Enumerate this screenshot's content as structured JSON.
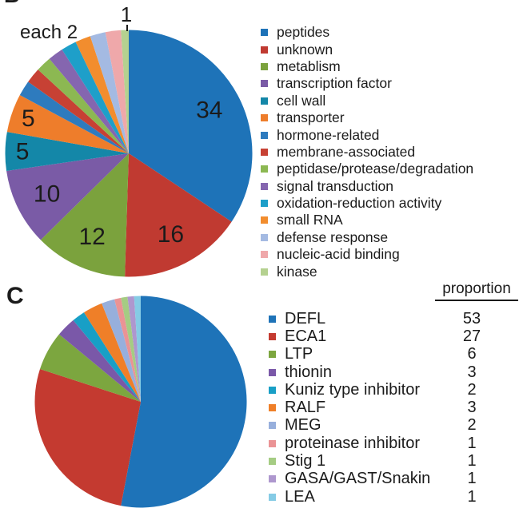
{
  "figure": {
    "panel_b_partial": "B"
  },
  "chart_data": [
    {
      "type": "pie",
      "title": "",
      "start_angle_deg": 0,
      "direction": "clockwise",
      "total": 99,
      "legend_position": "right",
      "annotations": {
        "each_label": "each 2",
        "one_label": "1"
      },
      "value_label_min": 5,
      "slices": [
        {
          "label": "peptides",
          "value": 34,
          "color": "#1E73B8"
        },
        {
          "label": "unknown",
          "value": 16,
          "color": "#C03A31"
        },
        {
          "label": "metablism",
          "value": 12,
          "color": "#7BA23D"
        },
        {
          "label": "transcription factor",
          "value": 10,
          "color": "#7A5BA6"
        },
        {
          "label": "cell wall",
          "value": 5,
          "color": "#1487A8"
        },
        {
          "label": "transporter",
          "value": 5,
          "color": "#EE7D2B"
        },
        {
          "label": "hormone-related",
          "value": 2,
          "color": "#2E7BBE"
        },
        {
          "label": "membrane-associated",
          "value": 2,
          "color": "#C74134"
        },
        {
          "label": "peptidase/protease/degradation",
          "value": 2,
          "color": "#8CB852"
        },
        {
          "label": "signal transduction",
          "value": 2,
          "color": "#8566AF"
        },
        {
          "label": "oxidation-reduction activity",
          "value": 2,
          "color": "#1E9FC9"
        },
        {
          "label": "small RNA",
          "value": 2,
          "color": "#F28D2E"
        },
        {
          "label": "defense response",
          "value": 2,
          "color": "#A4BAE2"
        },
        {
          "label": "nucleic-acid binding",
          "value": 2,
          "color": "#EFA8AA"
        },
        {
          "label": "kinase",
          "value": 1,
          "color": "#B5D190"
        }
      ]
    },
    {
      "type": "pie",
      "panel_label": "C",
      "proportion_header": "proportion",
      "start_angle_deg": 0,
      "direction": "clockwise",
      "total": 100,
      "legend_position": "right",
      "slices": [
        {
          "label": "DEFL",
          "value": 53,
          "color": "#1E73B8"
        },
        {
          "label": "ECA1",
          "value": 27,
          "color": "#C43A30"
        },
        {
          "label": "LTP",
          "value": 6,
          "color": "#7CA63F"
        },
        {
          "label": "thionin",
          "value": 3,
          "color": "#7A58A8"
        },
        {
          "label": "Kuniz type inhibitor",
          "value": 2,
          "color": "#189FC6"
        },
        {
          "label": "RALF",
          "value": 3,
          "color": "#EF7F28"
        },
        {
          "label": "MEG",
          "value": 2,
          "color": "#97AFDC"
        },
        {
          "label": "proteinase inhibitor",
          "value": 1,
          "color": "#EA9395"
        },
        {
          "label": "Stig 1",
          "value": 1,
          "color": "#A5CC83"
        },
        {
          "label": "GASA/GAST/Snakin",
          "value": 1,
          "color": "#AE97CE"
        },
        {
          "label": "LEA",
          "value": 1,
          "color": "#85CBE5"
        }
      ]
    }
  ]
}
